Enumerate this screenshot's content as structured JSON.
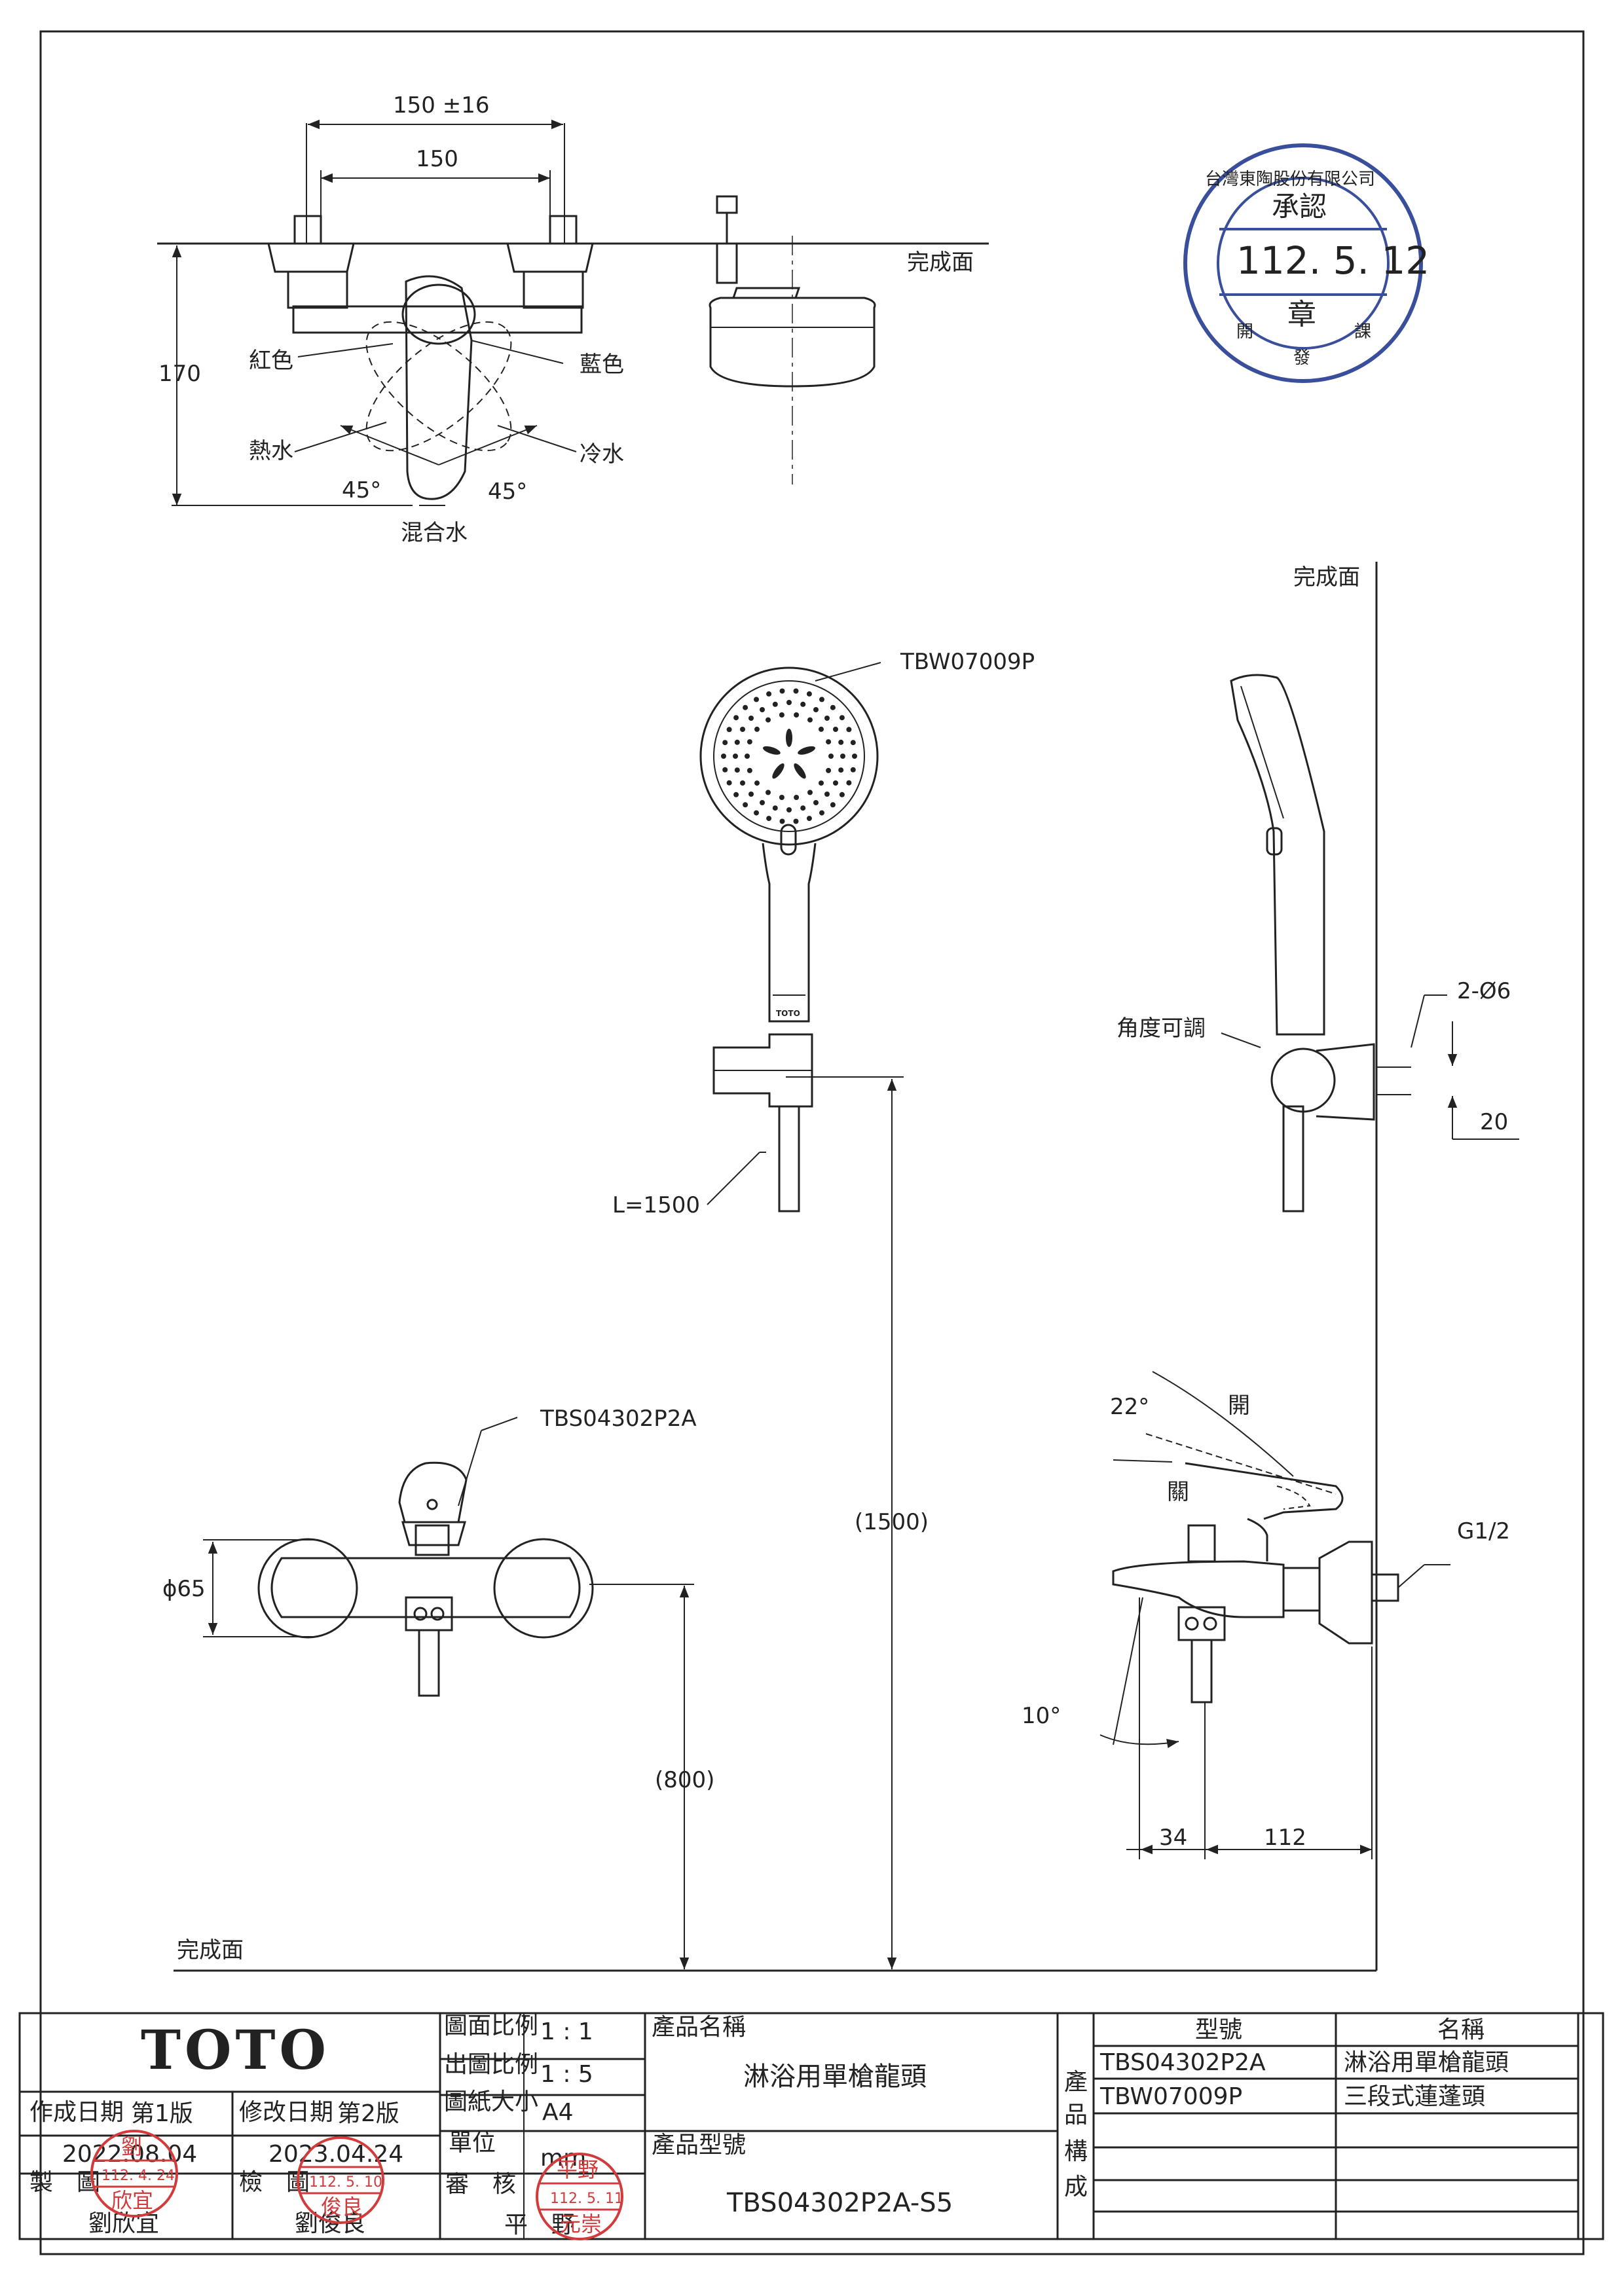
{
  "top_view": {
    "dim_outer": "150 ±16",
    "dim_inner": "150",
    "dim_height": "170",
    "finish_surface": "完成面",
    "label_red": "紅色",
    "label_blue": "藍色",
    "label_hot": "熱水",
    "label_cold": "冷水",
    "angle_left": "45°",
    "angle_right": "45°",
    "label_mixed": "混合水"
  },
  "approval_stamp": {
    "company": "台灣東陶股份有限公司",
    "title": "承認",
    "date": "112. 5. 12",
    "seal": "章",
    "dept_left": "開",
    "dept_mid": "發",
    "dept_right": "課"
  },
  "shower_view": {
    "finish_surface": "完成面",
    "model": "TBW07009P",
    "hose_length": "L=1500",
    "brand_mark": "TOTO",
    "angle_adjustable": "角度可調",
    "holes": "2-Ø6",
    "dim_20": "20"
  },
  "faucet_view": {
    "model": "TBS04302P2A",
    "diameter": "ϕ65",
    "dim_1500": "(1500)",
    "dim_800": "(800)",
    "finish_surface": "完成面",
    "angle_22": "22°",
    "open": "開",
    "closed": "關",
    "connection": "G1/2",
    "angle_10": "10°",
    "dim_34": "34",
    "dim_112": "112"
  },
  "title_block": {
    "brand": "TOTO",
    "created_label": "作成日期",
    "created_version": "第1版",
    "created_date": "2022.08.04",
    "revised_label": "修改日期",
    "revised_version": "第2版",
    "revised_date": "2023.04.24",
    "drawn_label": "製　圖",
    "drawn_name": "劉欣宜",
    "checked_label": "檢　圖",
    "checked_name": "劉俊良",
    "approved_label": "審　核",
    "approved_name": "平　野",
    "scale_drawing_label": "圖面比例",
    "scale_drawing": "1 : 1",
    "scale_print_label": "出圖比例",
    "scale_print": "1 : 5",
    "paper_label": "圖紙大小",
    "paper": "A4",
    "unit_label": "單位",
    "unit": "mm",
    "product_name_label": "產品名稱",
    "product_name": "淋浴用單槍龍頭",
    "product_code_label": "產品型號",
    "product_code": "TBS04302P2A-S5",
    "composition_label": [
      "產",
      "品",
      "構",
      "成"
    ],
    "col_model": "型號",
    "col_name": "名稱",
    "components": [
      {
        "model": "TBS04302P2A",
        "name": "淋浴用單槍龍頭"
      },
      {
        "model": "TBW07009P",
        "name": "三段式蓮蓬頭"
      }
    ]
  },
  "signature_stamps": {
    "drawn_top": "劉",
    "drawn_date": "112. 4. 24",
    "drawn_name": "欣宜",
    "checked_date": "112. 5. 10",
    "checked_name": "俊良",
    "approved_top": "平野",
    "approved_date": "112. 5. 11",
    "approved_name": "元崇"
  },
  "colors": {
    "line": "#222222",
    "stamp_blue": "#3a4f9c",
    "stamp_red": "#d23b3b"
  }
}
